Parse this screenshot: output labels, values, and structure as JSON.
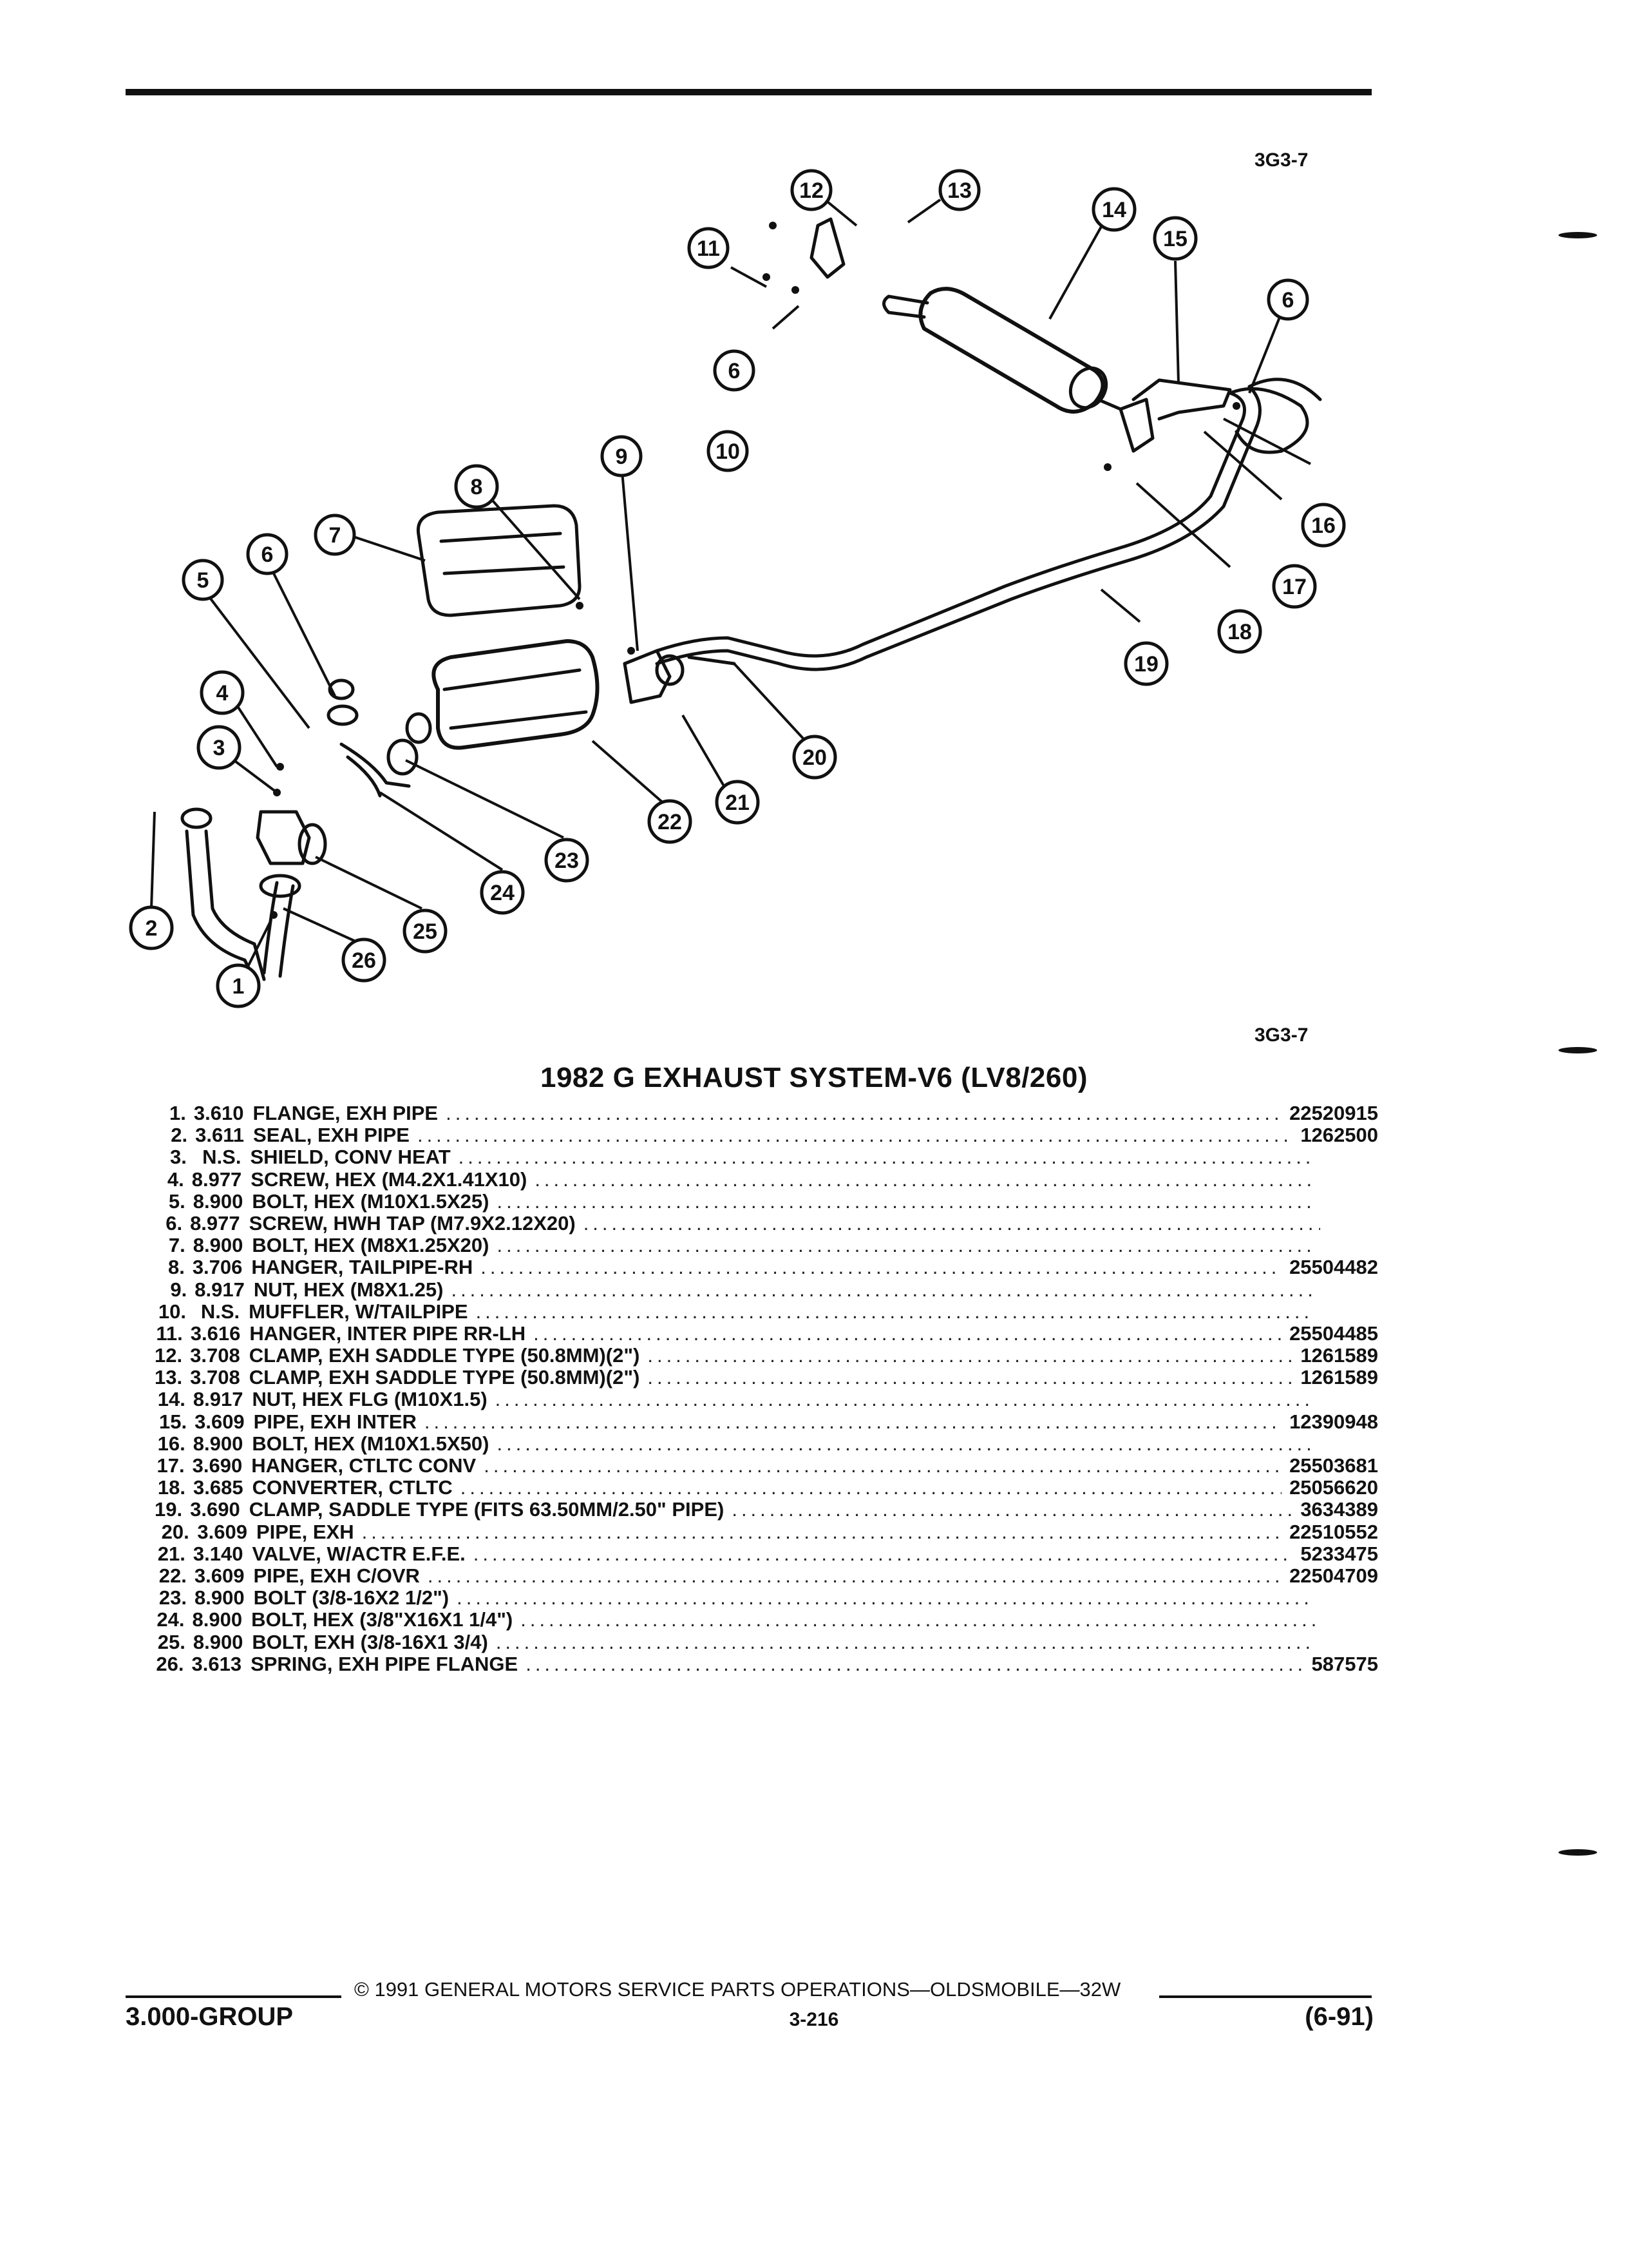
{
  "figure_code_top": "3G3-7",
  "figure_code_bottom": "3G3-7",
  "title": "1982 G EXHAUST SYSTEM-V6 (LV8/260)",
  "diagram_callouts": [
    "1",
    "2",
    "3",
    "4",
    "5",
    "6",
    "6",
    "6",
    "7",
    "8",
    "9",
    "10",
    "11",
    "12",
    "13",
    "14",
    "15",
    "16",
    "17",
    "18",
    "19",
    "20",
    "21",
    "22",
    "23",
    "24",
    "25",
    "26"
  ],
  "parts": [
    {
      "num": "1.",
      "group": "3.610",
      "name": "FLANGE",
      "desc": ", EXH PIPE",
      "part": "22520915"
    },
    {
      "num": "2.",
      "group": "3.611",
      "name": "SEAL",
      "desc": ", EXH PIPE",
      "part": "1262500"
    },
    {
      "num": "3.",
      "group": "N.S.",
      "name": "SHIELD",
      "desc": ", CONV HEAT",
      "part": ""
    },
    {
      "num": "4.",
      "group": "8.977",
      "name": "SCREW",
      "desc": ", HEX (M4.2X1.41X10)",
      "part": ""
    },
    {
      "num": "5.",
      "group": "8.900",
      "name": "BOLT",
      "desc": ", HEX (M10X1.5X25)",
      "part": ""
    },
    {
      "num": "6.",
      "group": "8.977",
      "name": "SCREW",
      "desc": ", HWH TAP (M7.9X2.12X20)",
      "part": ""
    },
    {
      "num": "7.",
      "group": "8.900",
      "name": "BOLT",
      "desc": ", HEX (M8X1.25X20)",
      "part": ""
    },
    {
      "num": "8.",
      "group": "3.706",
      "name": "HANGER",
      "desc": ", TAILPIPE-RH",
      "part": "25504482"
    },
    {
      "num": "9.",
      "group": "8.917",
      "name": "NUT",
      "desc": ", HEX (M8X1.25)",
      "part": ""
    },
    {
      "num": "10.",
      "group": "N.S.",
      "name": "MUFFLER",
      "desc": ", W/TAILPIPE",
      "part": ""
    },
    {
      "num": "11.",
      "group": "3.616",
      "name": "HANGER",
      "desc": ", INTER PIPE RR-LH",
      "part": "25504485"
    },
    {
      "num": "12.",
      "group": "3.708",
      "name": "CLAMP",
      "desc": ", EXH SADDLE TYPE (50.8MM)(2\")",
      "part": "1261589"
    },
    {
      "num": "13.",
      "group": "3.708",
      "name": "CLAMP",
      "desc": ", EXH SADDLE TYPE (50.8MM)(2\")",
      "part": "1261589"
    },
    {
      "num": "14.",
      "group": "8.917",
      "name": "NUT",
      "desc": ", HEX FLG (M10X1.5)",
      "part": ""
    },
    {
      "num": "15.",
      "group": "3.609",
      "name": "PIPE",
      "desc": ", EXH INTER",
      "part": "12390948"
    },
    {
      "num": "16.",
      "group": "8.900",
      "name": "BOLT",
      "desc": ", HEX (M10X1.5X50)",
      "part": ""
    },
    {
      "num": "17.",
      "group": "3.690",
      "name": "HANGER",
      "desc": ", CTLTC CONV",
      "part": "25503681"
    },
    {
      "num": "18.",
      "group": "3.685",
      "name": "CONVERTER",
      "desc": ", CTLTC",
      "part": "25056620"
    },
    {
      "num": "19.",
      "group": "3.690",
      "name": "CLAMP",
      "desc": ", SADDLE TYPE (FITS 63.50MM/2.50\" PIPE)",
      "part": "3634389"
    },
    {
      "num": "20.",
      "group": "3.609",
      "name": "PIPE",
      "desc": ", EXH",
      "part": "22510552"
    },
    {
      "num": "21.",
      "group": "3.140",
      "name": "VALVE",
      "desc": ", W/ACTR E.F.E.",
      "part": "5233475"
    },
    {
      "num": "22.",
      "group": "3.609",
      "name": "PIPE",
      "desc": ", EXH C/OVR",
      "part": "22504709"
    },
    {
      "num": "23.",
      "group": "8.900",
      "name": "BOLT",
      "desc": " (3/8-16X2 1/2\")",
      "part": ""
    },
    {
      "num": "24.",
      "group": "8.900",
      "name": "BOLT",
      "desc": ", HEX (3/8\"X16X1 1/4\")",
      "part": ""
    },
    {
      "num": "25.",
      "group": "8.900",
      "name": "BOLT",
      "desc": ", EXH (3/8-16X1 3/4)",
      "part": ""
    },
    {
      "num": "26.",
      "group": "3.613",
      "name": "SPRING",
      "desc": ", EXH PIPE FLANGE",
      "part": "587575"
    }
  ],
  "footer": {
    "copyright": "© 1991 GENERAL MOTORS SERVICE PARTS OPERATIONS—OLDSMOBILE—32W",
    "group": "3.000-GROUP",
    "page": "3-216",
    "revision": "(6-91)"
  }
}
